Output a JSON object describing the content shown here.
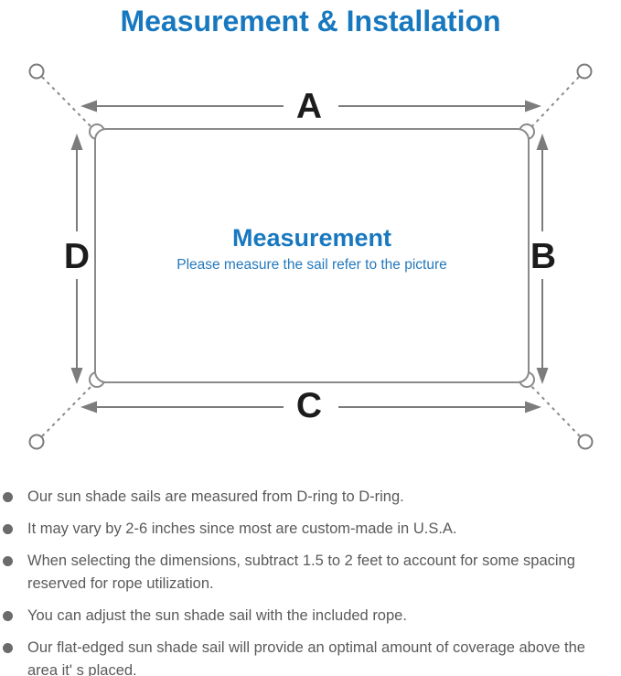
{
  "title": "Measurement & Installation",
  "diagram": {
    "dimension_labels": {
      "top": "A",
      "right": "B",
      "bottom": "C",
      "left": "D"
    },
    "center_title": "Measurement",
    "center_subtitle": "Please measure the sail refer to the picture"
  },
  "notes": {
    "items": [
      {
        "text": "Our sun shade sails are measured from D-ring to D-ring."
      },
      {
        "text": "It may vary by 2-6 inches since most are custom-made in U.S.A."
      },
      {
        "text": "When selecting the dimensions, subtract 1.5 to 2 feet to account for some spacing reserved for rope utilization."
      },
      {
        "text": "You can adjust the sun shade sail with the included rope."
      },
      {
        "text": "Our flat-edged sun shade sail will provide an optimal amount of coverage above the area it' s placed."
      }
    ]
  },
  "colors": {
    "accent_blue": "#1878bf",
    "diagram_gray": "#7c7c7c",
    "outline_gray": "#8a8a8a",
    "label_black": "#1c1c1c",
    "note_text_gray": "#5a5a5a"
  }
}
